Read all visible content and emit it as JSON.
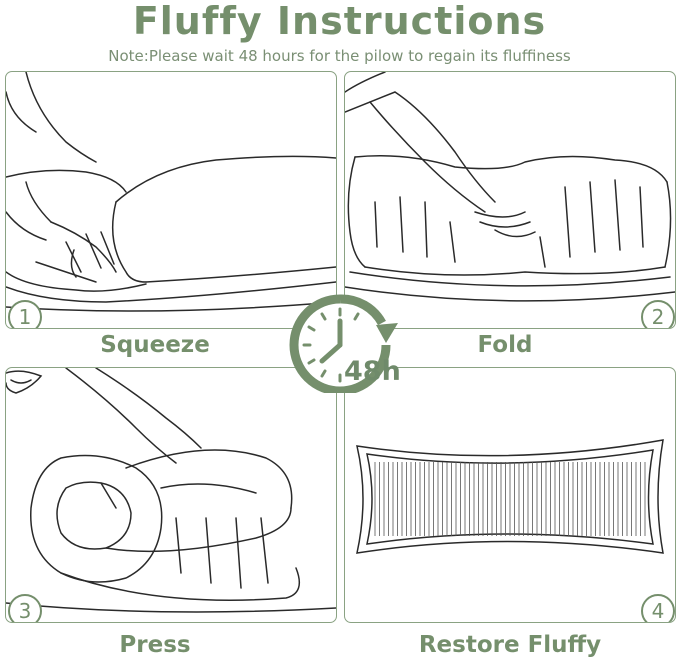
{
  "title": "Fluffy Instructions",
  "note": "Note:Please wait 48 hours for the pilow to regain its fluffiness",
  "steps": [
    {
      "number": "1",
      "label": "Squeeze"
    },
    {
      "number": "2",
      "label": "Fold"
    },
    {
      "number": "3",
      "label": "Press"
    },
    {
      "number": "4",
      "label": "Restore Fluffy"
    }
  ],
  "timer": {
    "text": "48h",
    "icon": "clock-icon"
  },
  "colors": {
    "accent": "#758f6c",
    "line": "#2a2a2a",
    "border": "#8aa283"
  }
}
